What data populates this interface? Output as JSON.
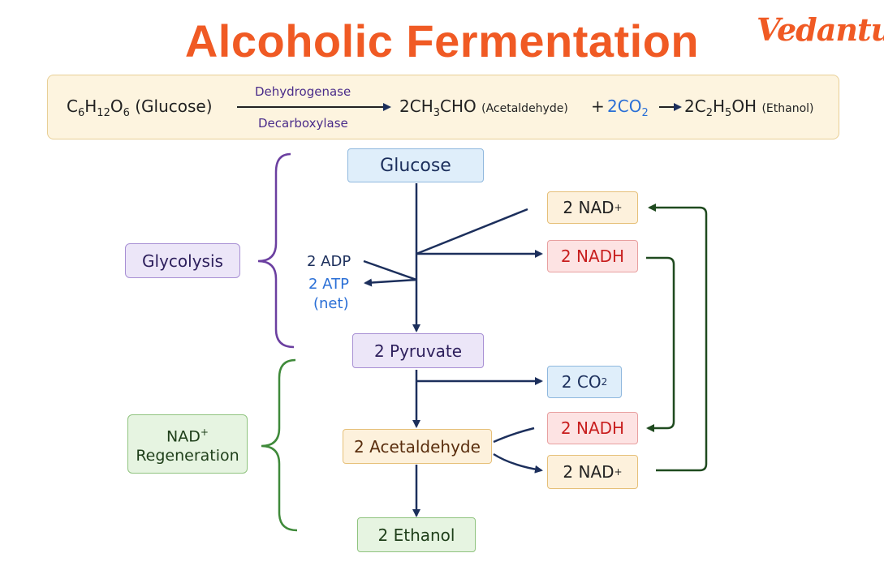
{
  "title": "Alcoholic Fermentation",
  "logo": "Vedantu",
  "equation": {
    "glucose_formula": [
      "C",
      "6",
      "H",
      "12",
      "O",
      "6"
    ],
    "glucose_name": "(Glucose)",
    "enzyme_top": "Dehydrogenase",
    "enzyme_bottom": "Decarboxylase",
    "acetaldehyde_formula": [
      "2CH",
      "3",
      "CHO"
    ],
    "acetaldehyde_name": "(Acetaldehyde)",
    "plus": "+",
    "co2_formula": [
      "2CO",
      "2"
    ],
    "ethanol_formula": [
      "2C",
      "2",
      "H",
      "5",
      "OH"
    ],
    "ethanol_name": "(Ethanol)"
  },
  "nodes": {
    "glucose": "Glucose",
    "pyruvate": "2 Pyruvate",
    "acetaldehyde": "2 Acetaldehyde",
    "ethanol": "2 Ethanol",
    "nad_top": "2 NAD",
    "nadh_top": "2 NADH",
    "co2": "2 CO",
    "co2_sub": "2",
    "nadh_bottom": "2 NADH",
    "nad_bottom": "2 NAD",
    "plus_sup": "+"
  },
  "labels": {
    "adp": "2 ADP",
    "atp": "2 ATP",
    "net": "(net)",
    "glycolysis": "Glycolysis",
    "nad_regeneration_line1": "NAD",
    "nad_regeneration_line2": "Regeneration"
  },
  "colors": {
    "title": "#f05a24",
    "arrow_main": "#1c2f5c",
    "arrow_cycle": "#1f4a1f",
    "atp_text": "#2a6fd6",
    "nadh_text": "#c81e1e",
    "glycolysis_brace": "#6b3fa0",
    "regeneration_brace": "#3f8a3a"
  }
}
